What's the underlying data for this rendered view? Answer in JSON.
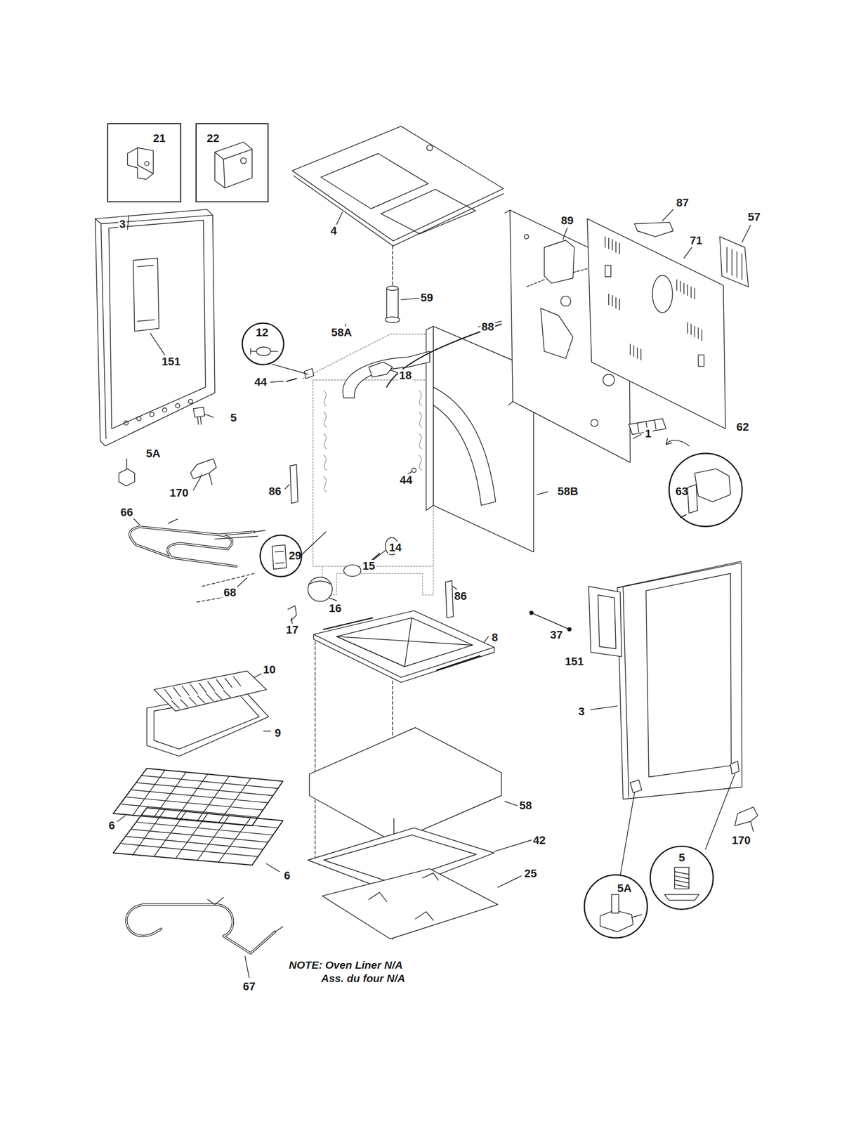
{
  "diagram": {
    "nodes": [
      {
        "text": [
          "21"
        ]
      },
      {
        "text": [
          "22"
        ]
      },
      {
        "text": [
          "12"
        ]
      },
      {
        "text": [
          "63"
        ]
      },
      {
        "text": [
          "29"
        ]
      },
      {
        "text": [
          "5"
        ]
      },
      {
        "text": [
          "5A"
        ]
      }
    ],
    "labels": [
      "3",
      "4",
      "89",
      "87",
      "57",
      "71",
      "59",
      "58A",
      "88",
      "151",
      "44",
      "18",
      "5",
      "62",
      "1",
      "5A",
      "44",
      "86",
      "58B",
      "170",
      "66",
      "14",
      "15",
      "68",
      "86",
      "16",
      "17",
      "37",
      "8",
      "151",
      "10",
      "3",
      "9",
      "58",
      "6",
      "42",
      "170",
      "25",
      "6",
      "67",
      "NOTE: Oven Liner N/A",
      "Ass. du four N/A"
    ]
  }
}
